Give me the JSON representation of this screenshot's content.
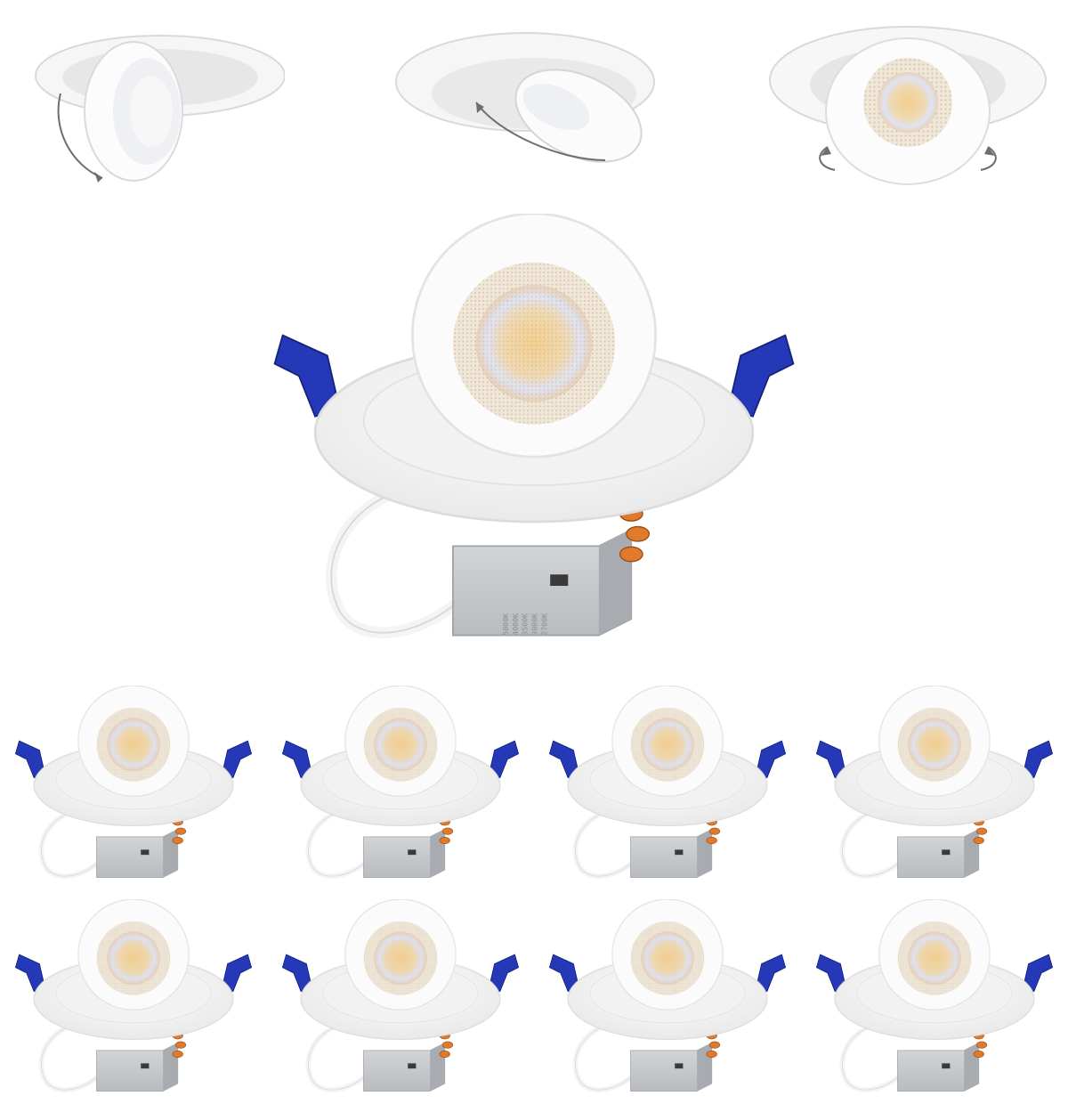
{
  "product": {
    "cct_labels": [
      "5000K",
      "4000K",
      "3500K",
      "3000K",
      "2700K"
    ]
  },
  "colors": {
    "background": "#ffffff",
    "trim": "#f7f7f7",
    "housing": "#c9cccf",
    "clip": "#2438b8",
    "led": "#f0d6a4",
    "wire_nut": "#e07a2c"
  },
  "grid": {
    "rows": 2,
    "columns": 4,
    "count": 8
  },
  "rotation_demos": [
    {
      "name": "tilt-vertical",
      "arrow": "curved-arrow-icon"
    },
    {
      "name": "tilt-angled",
      "arrow": "curved-arrow-icon"
    },
    {
      "name": "swivel-horizontal",
      "arrow": "rotate-arrows-icon"
    }
  ]
}
